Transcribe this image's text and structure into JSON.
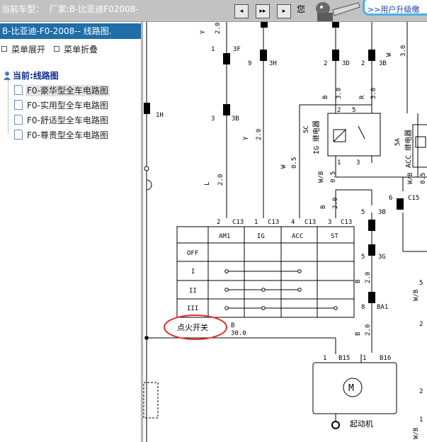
{
  "header": {
    "car_label": "当前车型：",
    "car_value": "厂家:B-比亚迪F02008-",
    "nav_prev": "◂",
    "nav_next": "▸▸",
    "nav_last": "▸",
    "you_text": "您",
    "upgrade_link": ">>用户升级缴"
  },
  "sidebar": {
    "model_title": "B-比亚迪-F0-2008-- 线路图.",
    "expand_label": "菜单展开",
    "collapse_label": "菜单折叠",
    "root_label": "当前:线路图",
    "items": [
      {
        "label": "F0-豪华型全车电路图",
        "selected": true
      },
      {
        "label": "F0-实用型全车电路图",
        "selected": false
      },
      {
        "label": "F0-舒适型全车电路图",
        "selected": false
      },
      {
        "label": "F0-尊贵型全车电路图",
        "selected": false
      }
    ]
  },
  "diagram": {
    "switch_table": {
      "columns": [
        "AM1",
        "IG",
        "ACC",
        "ST"
      ],
      "rows": [
        "OFF",
        "I",
        "II",
        "III"
      ]
    },
    "ignition_label": "点火开关",
    "starter_label": "起动机",
    "motor_symbol": "M",
    "relay_ig": "IG 继电器",
    "relay_acc": "ACC 继电器",
    "connectors": [
      "3F",
      "3H",
      "3D",
      "3B",
      "1H",
      "C13",
      "5C",
      "5A",
      "C15",
      "3G",
      "BA1",
      "B15",
      "B16"
    ],
    "pin_numbers": [
      "1",
      "2",
      "3",
      "5",
      "6",
      "8",
      "9"
    ],
    "wire_labels": [
      "Y",
      "2.0",
      "W",
      "3.0",
      "B",
      "R",
      "L",
      "0.5",
      "W/B",
      "30.0"
    ],
    "accent_color": "#e03030"
  }
}
